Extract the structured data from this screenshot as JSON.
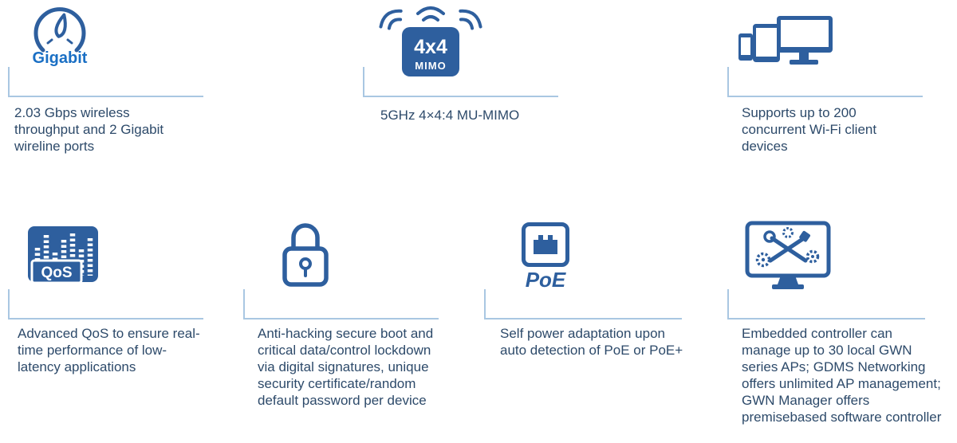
{
  "colors": {
    "icon_blue": "#2E5F9E",
    "accent_blue": "#1A6FC4",
    "line_blue": "#A9C7E2",
    "text_color": "#2D4A6A",
    "background": "#FFFFFF"
  },
  "features": [
    {
      "name": "gigabit-throughput",
      "icon": "speedometer-icon",
      "label": "Gigabit",
      "text": "2.03 Gbps wireless throughput and 2 Gigabit wireline ports"
    },
    {
      "name": "mu-mimo",
      "icon": "mimo-icon",
      "badge_line1": "4x4",
      "badge_line2": "MIMO",
      "text": "5GHz 4×4:4 MU-MIMO"
    },
    {
      "name": "client-capacity",
      "icon": "client-devices-icon",
      "text": "Supports up to 200 concurrent Wi-Fi client devices"
    },
    {
      "name": "advanced-qos",
      "icon": "qos-icon",
      "label": "QoS",
      "text": "Advanced QoS to ensure real-time performance of low-latency applications"
    },
    {
      "name": "security",
      "icon": "lock-icon",
      "text": "Anti-hacking secure boot and critical data/control lockdown via digital signatures, unique security certificate/random default password per device"
    },
    {
      "name": "poe-power",
      "icon": "poe-icon",
      "label": "PoE",
      "text": "Self power adaptation upon auto detection of PoE or PoE+"
    },
    {
      "name": "embedded-controller",
      "icon": "embedded-controller-icon",
      "text": "Embedded controller can manage up to 30 local GWN series APs; GDMS Networking offers unlimited AP management; GWN Manager offers premisebased software controller"
    }
  ]
}
